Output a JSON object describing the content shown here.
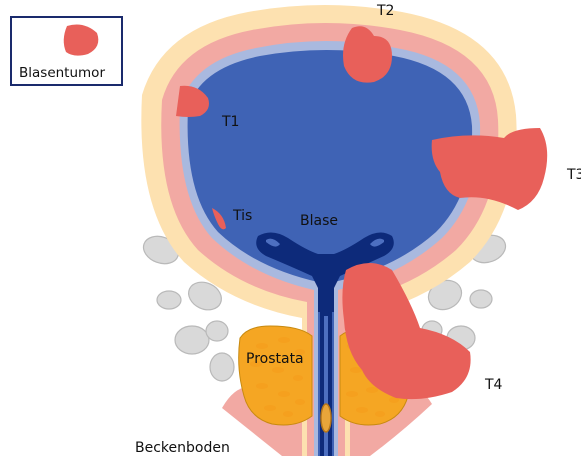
{
  "legend": {
    "label": "Blasentumor",
    "swatch_color": "#e8605a"
  },
  "labels": {
    "t1": "T1",
    "t2": "T2",
    "t3": "T3",
    "t4": "T4",
    "tis": "Tis",
    "blase": "Blase",
    "prostata": "Prostata",
    "beckenboden": "Beckenboden"
  },
  "colors": {
    "tumor": "#e8605a",
    "bladder_lumen": "#3f63b5",
    "bladder_inner_lining": "#a9b9df",
    "bladder_wall": "#f2a9a3",
    "outer_fat_layer": "#fde1b0",
    "urethra_dark": "#0d2a7a",
    "prostate": "#f5a623",
    "prostate_dots": "#f5a01e",
    "pelvic_floor": "#f2a9a3",
    "bowel_loops": "#d9d9d9"
  }
}
